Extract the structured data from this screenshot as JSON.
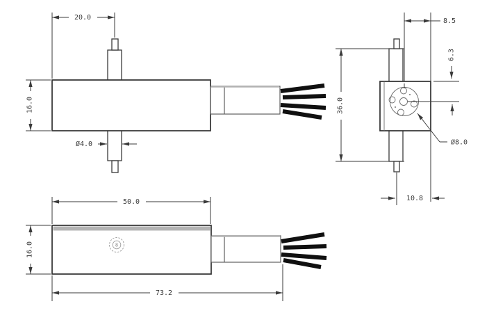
{
  "colors": {
    "ink": "#2f2f2f",
    "dimension": "#3a3a3a",
    "soft_gray": "#b4b4b4",
    "wire_black": "#101010"
  },
  "views": {
    "side": {
      "dim_pin_offset": "20.0",
      "dim_body_height": "16.0",
      "dim_pin_diameter": "Ø4.0"
    },
    "end": {
      "dim_center_to_edge": "8.5",
      "dim_top_to_center": "6.3",
      "dim_pin_span": "36.0",
      "dim_pin_to_edge": "10.8",
      "dim_circle_diameter": "Ø8.0"
    },
    "top": {
      "dim_body_length": "50.0",
      "dim_body_width": "16.0",
      "dim_overall_length": "73.2",
      "screw_mark": "8"
    }
  }
}
